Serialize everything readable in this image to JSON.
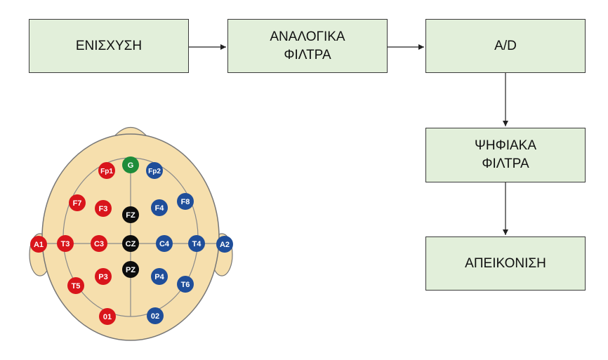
{
  "flow": {
    "amplification": "ΕΝΙΣΧΥΣΗ",
    "analog_filters": "ΑΝΑΛΟΓΙΚΑ\nΦΙΛΤΡΑ",
    "ad_converter": "A/D",
    "digital_filters": "ΨΗΦΙΑΚΑ\nΦΙΛΤΡΑ",
    "display": "ΑΠΕΙΚΟΝΙΣΗ"
  },
  "electrodes": {
    "g": "G",
    "fp1": "Fp1",
    "fp2": "Fp2",
    "f7": "F7",
    "f3": "F3",
    "fz": "FZ",
    "f4": "F4",
    "f8": "F8",
    "a1": "A1",
    "t3": "T3",
    "c3": "C3",
    "cz": "CZ",
    "c4": "C4",
    "t4": "T4",
    "a2": "A2",
    "p3": "P3",
    "pz": "PZ",
    "p4": "P4",
    "t5": "T5",
    "t6": "T6",
    "o1": "01",
    "o2": "02"
  },
  "colors": {
    "box_fill": "#e2efda",
    "left_hemisphere": "#d9151b",
    "right_hemisphere": "#1f4e9a",
    "midline": "#0d0d0d",
    "ground": "#1e8c3a",
    "scalp": "#f6dfad"
  }
}
